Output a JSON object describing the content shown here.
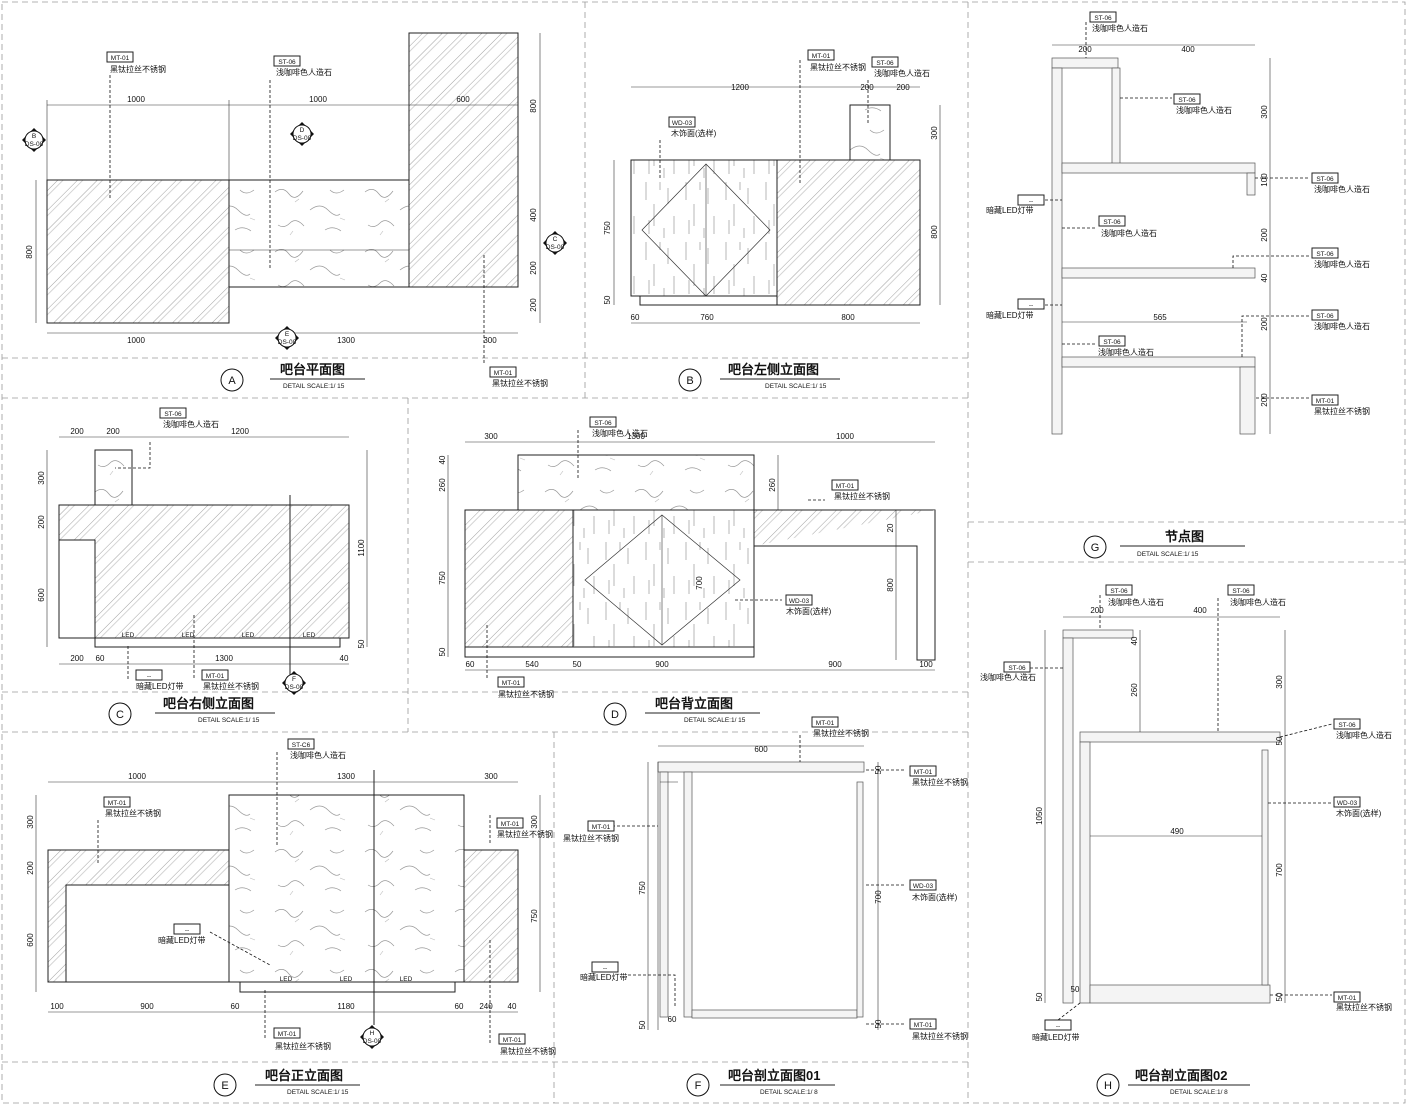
{
  "sheet_title": "吧台施工大样图",
  "views": [
    {
      "circle": "A",
      "title": "吧台平面图",
      "subtitle": "DETAIL    SCALE:1/ 15"
    },
    {
      "circle": "B",
      "title": "吧台左侧立面图",
      "subtitle": "DETAIL    SCALE:1/ 15"
    },
    {
      "circle": "C",
      "title": "吧台右侧立面图",
      "subtitle": "DETAIL    SCALE:1/ 15"
    },
    {
      "circle": "D",
      "title": "吧台背立面图",
      "subtitle": "DETAIL    SCALE:1/ 15"
    },
    {
      "circle": "E",
      "title": "吧台正立面图",
      "subtitle": "DETAIL    SCALE:1/ 15"
    },
    {
      "circle": "F",
      "title": "吧台剖立面图01",
      "subtitle": "DETAIL    SCALE:1/  8"
    },
    {
      "circle": "G",
      "title": "节点图",
      "subtitle": "DETAIL    SCALE:1/ 15"
    },
    {
      "circle": "H",
      "title": "吧台剖立面图02",
      "subtitle": "DETAIL    SCALE:1/  8"
    }
  ],
  "materials": {
    "mt01": {
      "code": "MT-01",
      "name": "黑钛拉丝不锈钢"
    },
    "st06": {
      "code": "ST-06",
      "name": "浅咖啡色人造石"
    },
    "st06b": {
      "code": "ST-C6",
      "name": "浅咖啡色人造石"
    },
    "wd03": {
      "code": "WD-03",
      "name": "木饰面(选样)"
    },
    "led": {
      "code": "--",
      "name": "暗藏LED灯带"
    },
    "led_tag": "LED"
  },
  "markers": [
    {
      "letter": "B",
      "sheet": "DS-08"
    },
    {
      "letter": "C",
      "sheet": "DS-08"
    },
    {
      "letter": "D",
      "sheet": "DS-08"
    },
    {
      "letter": "E",
      "sheet": "DS-08"
    },
    {
      "letter": "F",
      "sheet": "DS-08"
    },
    {
      "letter": "H",
      "sheet": "DS-08"
    }
  ],
  "dims": {
    "a": [
      "1000",
      "1000",
      "600",
      "800",
      "400",
      "200",
      "200",
      "800",
      "1000",
      "1300",
      "300"
    ],
    "b": [
      "1200",
      "200",
      "200",
      "300",
      "750",
      "800",
      "50",
      "60",
      "760",
      "800"
    ],
    "c": [
      "200",
      "200",
      "1200",
      "300",
      "200",
      "1100",
      "600",
      "50",
      "200",
      "60",
      "1300",
      "40"
    ],
    "d": [
      "300",
      "1300",
      "1000",
      "40",
      "260",
      "260",
      "20",
      "750",
      "700",
      "800",
      "50",
      "60",
      "540",
      "50",
      "900",
      "900",
      "100"
    ],
    "e": [
      "1000",
      "1300",
      "300",
      "300",
      "200",
      "600",
      "750",
      "100",
      "900",
      "60",
      "1180",
      "60",
      "240",
      "40"
    ],
    "f": [
      "600",
      "50",
      "750",
      "700",
      "50",
      "60",
      "50"
    ],
    "g": [
      "200",
      "400",
      "300",
      "100",
      "200",
      "40",
      "200",
      "565",
      "20",
      "200"
    ],
    "h": [
      "200",
      "400",
      "40",
      "260",
      "300",
      "1050",
      "50",
      "490",
      "700",
      "50",
      "50",
      "50"
    ]
  }
}
